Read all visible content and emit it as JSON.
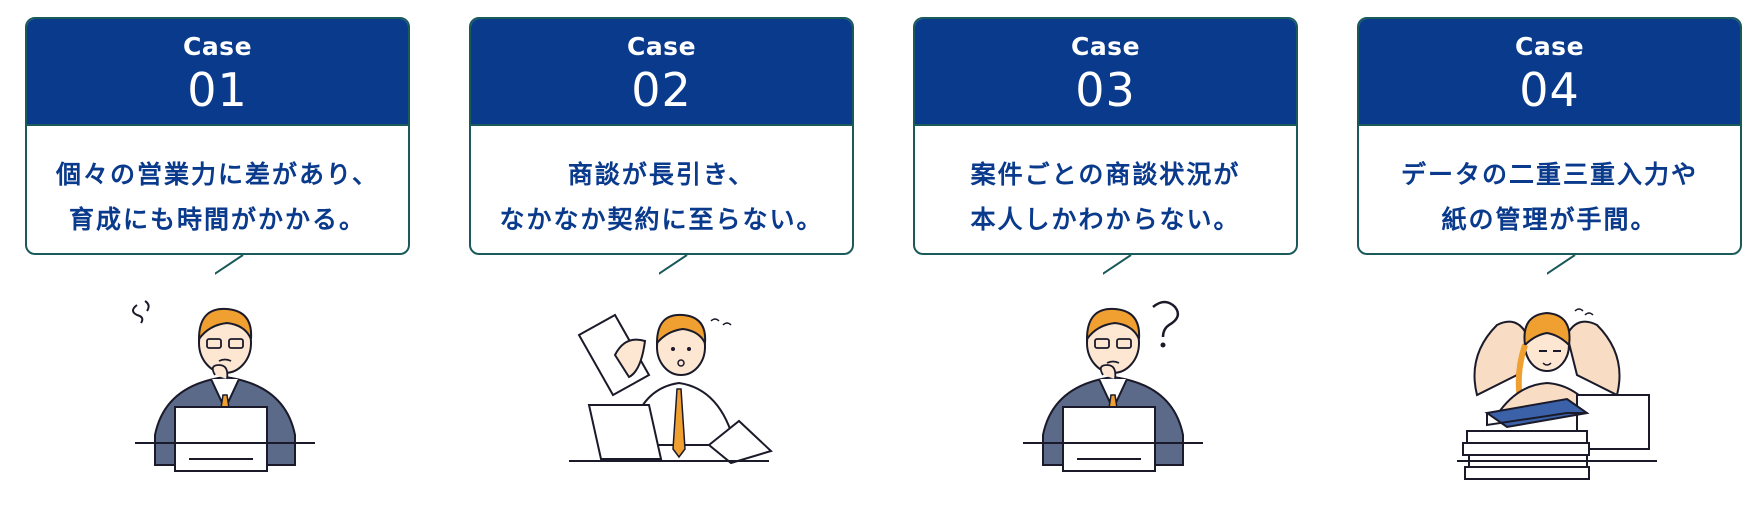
{
  "cases": [
    {
      "label": "Case",
      "number": "01",
      "lines": [
        "個々の営業力に差があり、",
        "育成にも時間がかかる。"
      ]
    },
    {
      "label": "Case",
      "number": "02",
      "lines": [
        "商談が長引き、",
        "なかなか契約に至らない。"
      ]
    },
    {
      "label": "Case",
      "number": "03",
      "lines": [
        "案件ごとの商談状況が",
        "本人しかわからない。"
      ]
    },
    {
      "label": "Case",
      "number": "04",
      "lines": [
        "データの二重三重入力や",
        "紙の管理が手間。"
      ]
    }
  ],
  "colors": {
    "header": "#0a3a8c",
    "border": "#1a5a5a",
    "text": "#0a3a8c",
    "hair": "#f0a030",
    "suit": "#5a6a88"
  },
  "icons": [
    "worried-man-laptop-icon",
    "stressed-man-papers-icon",
    "confused-man-laptop-icon",
    "overwhelmed-woman-files-icon"
  ]
}
